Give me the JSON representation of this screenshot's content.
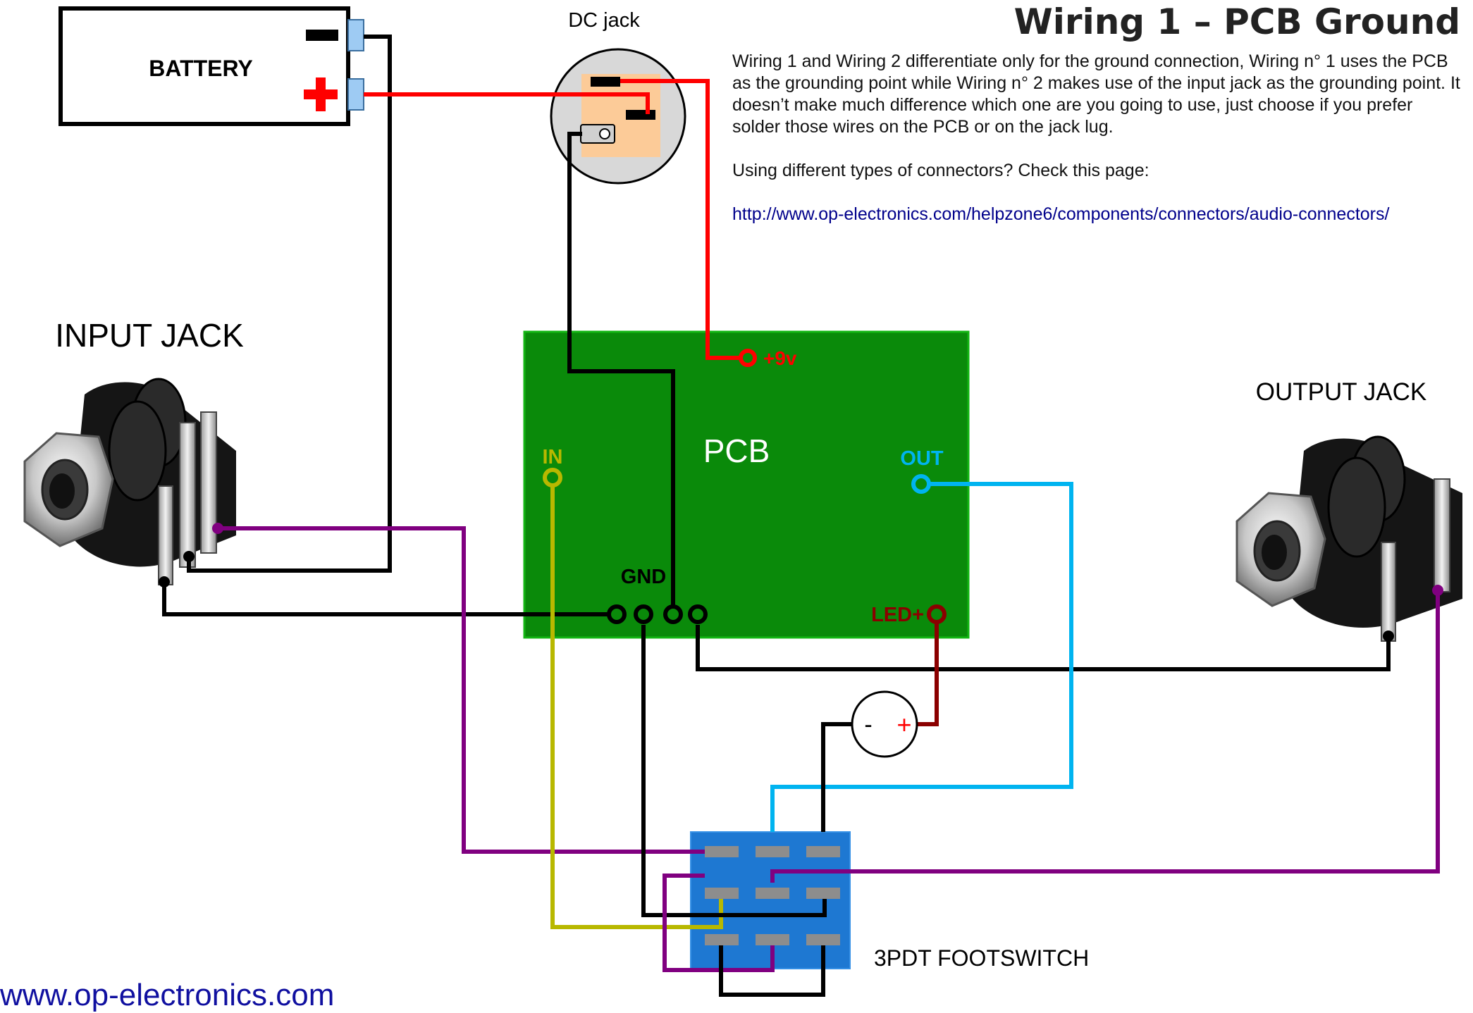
{
  "title": "Wiring 1 – PCB Ground",
  "description": [
    "Wiring 1 and Wiring 2 differentiate only for the ground connection, Wiring n° 1 uses the PCB as the grounding point while Wiring n° 2 makes use of the input jack as the grounding point. It doesn’t make much difference which one are you going to use, just choose if you prefer solder those wires on the PCB or on the jack lug.",
    "Using different types of connectors? Check this page:"
  ],
  "link": "http://www.op-electronics.com/helpzone6/components/connectors/audio-connectors/",
  "website": "www.op-electronics.com",
  "components": {
    "battery": {
      "label": "BATTERY",
      "minus": "–",
      "plus": "+"
    },
    "dc_jack": {
      "label": "DC jack"
    },
    "input_jack": {
      "label": "INPUT JACK"
    },
    "output_jack": {
      "label": "OUTPUT JACK"
    },
    "pcb": {
      "label": "PCB",
      "pads": {
        "in": "IN",
        "out": "OUT",
        "gnd": "GND",
        "v9": "+9v",
        "led": "LED+"
      }
    },
    "led": {
      "minus": "-",
      "plus": "+"
    },
    "footswitch": {
      "label": "3PDT FOOTSWITCH"
    }
  },
  "colors": {
    "ground_wire": "#000000",
    "power_wire": "#ff0000",
    "input_wire": "#b8b800",
    "output_wire": "#00b4f0",
    "jack_signal_wire": "#800080",
    "led_wire": "#8b0000",
    "pcb": "#0a8a0a",
    "footswitch": "#1e78d2"
  }
}
